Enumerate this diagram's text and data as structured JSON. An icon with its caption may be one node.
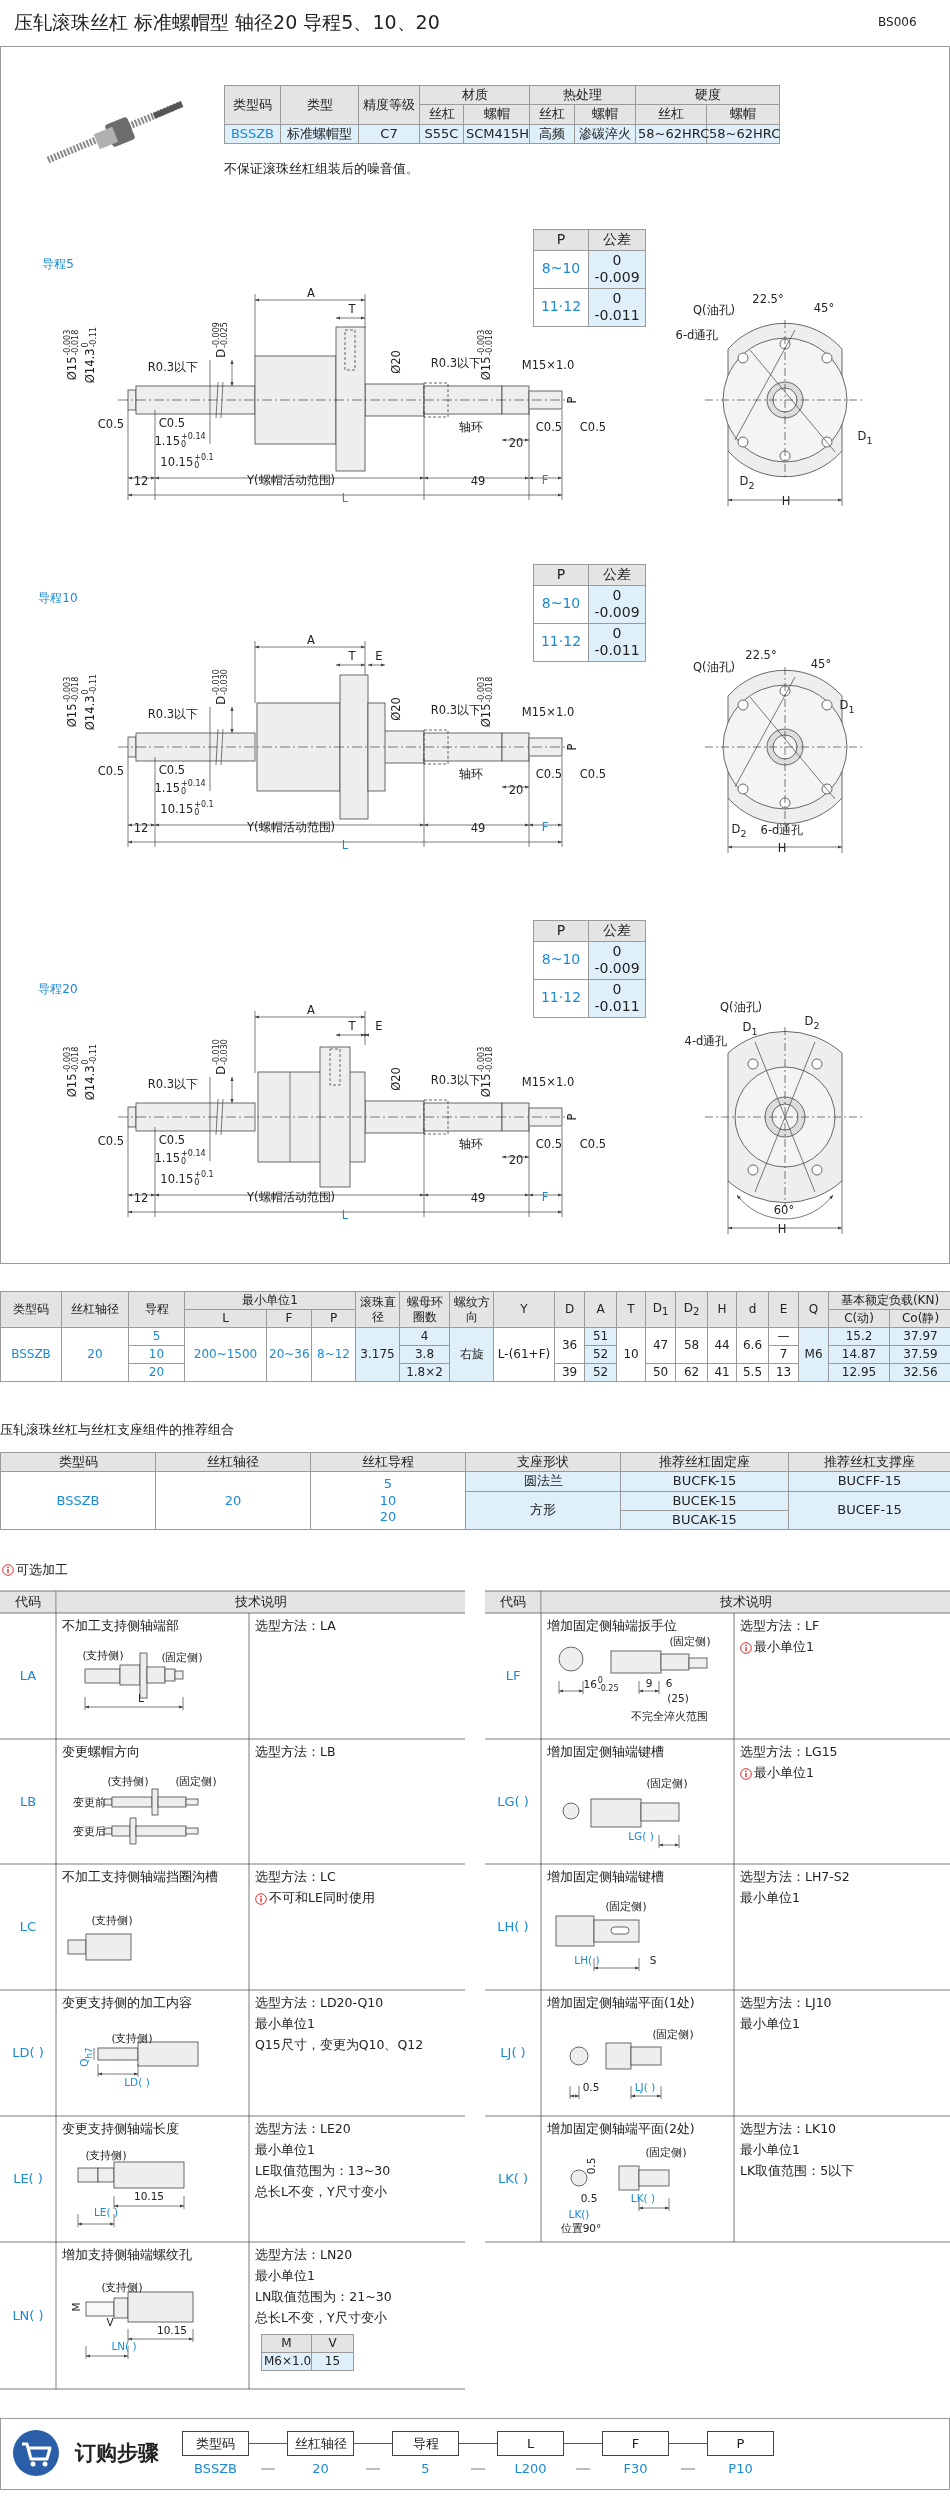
{
  "diagram": {
    "title": "压轧滚珠丝杠  标准螺帽型  轴径20  导程5、10、20",
    "nodes": [
      {
        "text": [
          "类型码"
        ],
        "beside": [
          "BSSZB"
        ]
      },
      {
        "text": [
          "丝杠轴径"
        ],
        "beside": [
          "20"
        ]
      },
      {
        "text": [
          "导程"
        ],
        "beside": [
          "5"
        ]
      },
      {
        "text": [
          "L"
        ],
        "beside": [
          "L200"
        ]
      },
      {
        "text": [
          "F"
        ],
        "beside": [
          "F30"
        ]
      },
      {
        "text": [
          "P"
        ],
        "beside": [
          "P10"
        ]
      }
    ],
    "edges": [
      {
        "from": 0,
        "to": 1,
        "arrow": "none"
      },
      {
        "from": 1,
        "to": 2,
        "arrow": "none"
      },
      {
        "from": 2,
        "to": 3,
        "arrow": "none"
      },
      {
        "from": 3,
        "to": 4,
        "arrow": "none"
      },
      {
        "from": 4,
        "to": 5,
        "arrow": "none"
      }
    ],
    "labels": [
      "BS006",
      "类型码",
      "类型",
      "精度等级",
      "材质",
      "热处理",
      "硬度",
      "丝杠",
      "螺帽",
      "丝杠",
      "螺帽",
      "丝杠",
      "螺帽",
      "BSSZB",
      "标准螺帽型",
      "C7",
      "S55C",
      "SCM415H",
      "高频",
      "渗碳淬火",
      "58~62HRC",
      "58~62HRC",
      "不保证滚珠丝杠组装后的噪音值。",
      "导程5",
      "P",
      "公差",
      "8~10",
      "0 -0.009",
      "11·12",
      "0 -0.011",
      "A",
      "T",
      "D$^{-0.009}$$_{-0.025}$",
      "Ø15$^{-0.003}$$_{-0.018}$",
      "Ø14.3$^{0}$$_{-0.11}$",
      "R0.3以下",
      "Ø20",
      "R0.3以下",
      "Ø15$^{-0.003}$$_{-0.018}$",
      "M15×1.0",
      "P",
      "C0.5",
      "C0.5",
      "轴环",
      "C0.5",
      "C0.5",
      "20",
      "1.15$^{+0.14}$$_{0}$",
      "10.15$^{+0.1}$$_{0}$",
      "12",
      "Y(螺帽活动范围)",
      "49",
      "F",
      "L",
      "Q(油孔)",
      "22.5°",
      "45°",
      "6-d通孔",
      "D$_{1}$",
      "D$_{2}$",
      "H",
      "导程10",
      "P",
      "公差",
      "8~10",
      "0 -0.009",
      "11·12",
      "0 -0.011",
      "A",
      "T",
      "E",
      "D$^{-0.010}$$_{-0.030}$",
      "Ø15$^{-0.003}$$_{-0.018}$",
      "Ø14.3$^{0}$$_{-0.11}$",
      "R0.3以下",
      "Ø20",
      "R0.3以下",
      "Ø15$^{-0.003}$$_{-0.018}$",
      "M15×1.0",
      "P",
      "C0.5",
      "C0.5",
      "轴环",
      "C0.5",
      "C0.5",
      "20",
      "1.15$^{+0.14}$$_{0}$",
      "10.15$^{+0.1}$$_{0}$",
      "12",
      "Y(螺帽活动范围)",
      "49",
      "F",
      "L",
      "Q(油孔)",
      "22.5°",
      "45°",
      "D$_{1}$",
      "D$_{2}$",
      "6-d通孔",
      "H",
      "导程20",
      "P",
      "公差",
      "8~10",
      "0 -0.009",
      "11·12",
      "0 -0.011",
      "A",
      "T",
      "E",
      "D$^{-0.010}$$_{-0.030}$",
      "Ø15$^{-0.003}$$_{-0.018}$",
      "Ø14.3$^{0}$$_{-0.11}$",
      "R0.3以下",
      "Ø20",
      "R0.3以下",
      "Ø15$^{-0.003}$$_{-0.018}$",
      "M15×1.0",
      "P",
      "C0.5",
      "C0.5",
      "轴环",
      "C0.5",
      "C0.5",
      "20",
      "1.15$^{+0.14}$$_{0}$",
      "10.15$^{+0.1}$$_{0}$",
      "12",
      "Y(螺帽活动范围)",
      "49",
      "F",
      "L",
      "Q(油孔)",
      "D$_{1}$",
      "D$_{2}$",
      "4-d通孔",
      "60°",
      "H",
      "类型码",
      "丝杠轴径",
      "导程",
      "最小单位1",
      "滚珠直径",
      "螺母环圈数",
      "螺纹方向",
      "Y",
      "D",
      "A",
      "T",
      "D$_{1}$",
      "D$_{2}$",
      "H",
      "d",
      "E",
      "Q",
      "基本额定负载(KN)",
      "L",
      "F",
      "P",
      "C(动)",
      "Co(静)",
      "BSSZB",
      "20",
      "5",
      "200~1500",
      "20~36",
      "8~12",
      "3.175",
      "4",
      "右旋",
      "L-(61+F)",
      "36",
      "51",
      "10",
      "47",
      "58",
      "44",
      "6.6",
      "—",
      "M6",
      "15.2",
      "37.97",
      "10",
      "3.8",
      "52",
      "7",
      "14.87",
      "37.59",
      "20",
      "1.8×2",
      "39",
      "52",
      "50",
      "62",
      "41",
      "5.5",
      "13",
      "12.95",
      "32.56",
      "压轧滚珠丝杠与丝杠支座组件的推荐组合",
      "类型码",
      "丝杠轴径",
      "丝杠导程",
      "支座形状",
      "推荐丝杠固定座",
      "推荐丝杠支撑座",
      "BSSZB",
      "20",
      "5 10 20",
      "圆法兰",
      "BUCFK-15",
      "BUCFF-15",
      "方形",
      "BUCEK-15",
      "BUCEF-15",
      "BUCAK-15",
      "可选加工",
      "代码",
      "技术说明",
      "LA",
      "不加工支持侧轴端部",
      "(支持侧)",
      "(固定侧)",
      "L",
      "选型方法：LA",
      "LB",
      "变更螺帽方向",
      "(支持侧)",
      "(固定侧)",
      "变更前",
      "变更后",
      "选型方法：LB",
      "LC",
      "不加工支持侧轴端挡圈沟槽",
      "(支持侧)",
      "选型方法：LC",
      "不可和LE同时使用",
      "LD( )",
      "变更支持侧的加工内容",
      "(支持侧)",
      "Q$_{h7}$",
      "LD( )",
      "选型方法：LD20-Q10",
      "最小单位1",
      "Q15尺寸，变更为Q10、Q12",
      "LE( )",
      "变更支持侧轴端长度",
      "(支持侧)",
      "10.15",
      "LE( )",
      "选型方法：LE20",
      "最小单位1",
      "LE取值范围为：13~30",
      "总长L不变，Y尺寸变小",
      "LN( )",
      "增加支持侧轴端螺纹孔",
      "(支持侧)",
      "M",
      "V",
      "10.15",
      "LN( )",
      "选型方法：LN20",
      "最小单位1",
      "LN取值范围为：21~30",
      "总长L不变，Y尺寸变小",
      "M",
      "V",
      "M6×1.0",
      "15",
      "代码",
      "技术说明",
      "LF",
      "增加固定侧轴端扳手位",
      "(固定侧)",
      "16$^{0}$$_{-0.25}$",
      "9",
      "6",
      "(25)",
      "不完全淬火范围",
      "选型方法：LF",
      "最小单位1",
      "LG( )",
      "增加固定侧轴端键槽",
      "(固定侧)",
      "LG( )",
      "选型方法：LG15",
      "最小单位1",
      "LH( )",
      "增加固定侧轴端键槽",
      "(固定侧)",
      "LH( )",
      "S",
      "选型方法：LH7-S2",
      "最小单位1",
      "LJ( )",
      "增加固定侧轴端平面(1处)",
      "(固定侧)",
      "0.5",
      "LJ( )",
      "选型方法：LJ10",
      "最小单位1",
      "LK( )",
      "增加固定侧轴端平面(2处)",
      "0.5",
      "(固定侧)",
      "0.5",
      "LK( )",
      "LK()",
      "位置90°",
      "选型方法：LK10",
      "最小单位1",
      "LK取值范围：5以下",
      "订购步骤"
    ]
  }
}
